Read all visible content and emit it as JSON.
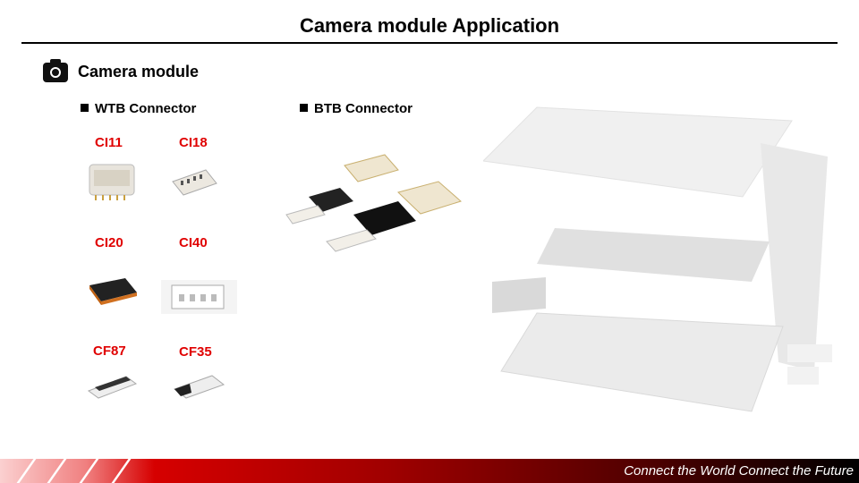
{
  "title": "Camera module Application",
  "section": {
    "icon": "camera-icon",
    "label": "Camera module"
  },
  "wtb": {
    "label": "WTB Connector",
    "parts": [
      "CI11",
      "CI18",
      "CI20",
      "CI40",
      "CF87",
      "CF35"
    ]
  },
  "btb": {
    "label": "BTB Connector"
  },
  "footer": {
    "tagline": "Connect the World Connect the Future"
  },
  "colors": {
    "accent": "#e00000"
  }
}
